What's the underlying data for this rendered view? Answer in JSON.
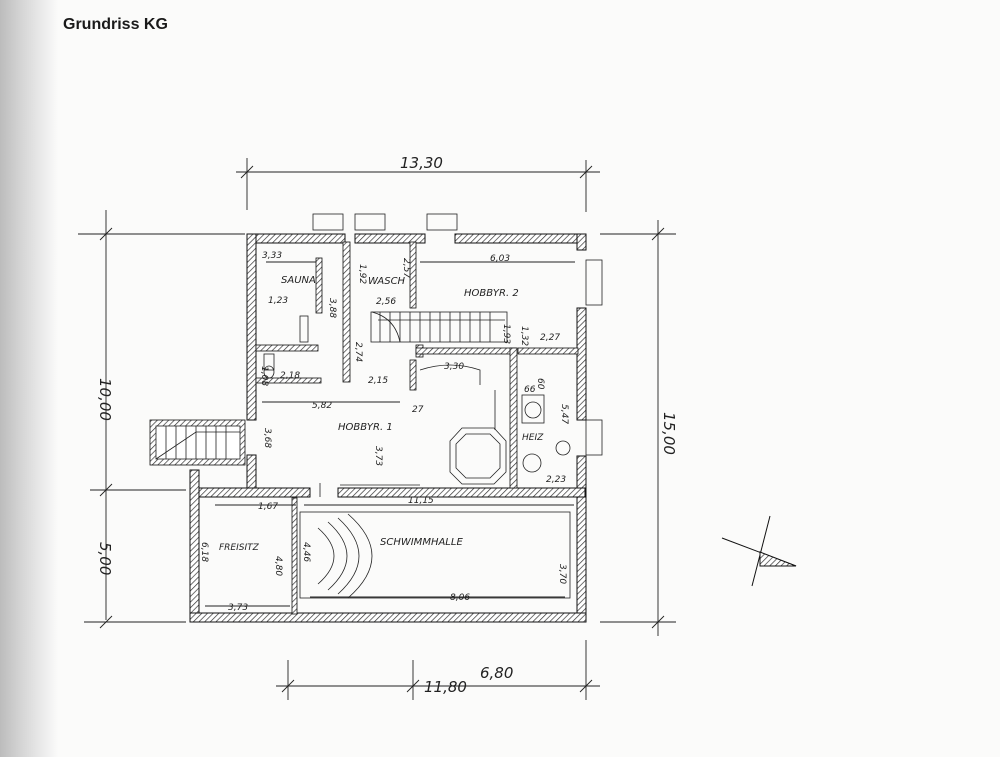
{
  "title": "Grundriss KG",
  "dimensions": {
    "top_total": "13,30",
    "left_upper": "10,00",
    "left_lower": "5,00",
    "right_total": "15,00",
    "bottom_mid": "6,80",
    "bottom_total": "11,80"
  },
  "rooms": {
    "sauna": "SAUNA",
    "wasch": "WASCH",
    "hobby2": "HOBBYR. 2",
    "hobby1": "HOBBYR. 1",
    "heizung": "HEIZ",
    "freisitz": "FREISITZ",
    "schwimmhalle": "SCHWIMMHALLE"
  },
  "inner_dimensions": {
    "sauna_w": "3,33",
    "sauna_side": "1,23",
    "sauna_h": "3,88",
    "wasch_h": "1,92",
    "wasch_h2": "2,57",
    "wasch_w": "2,56",
    "hobby2_w": "6,03",
    "bath_w": "2,18",
    "bath_h": "1,08",
    "corr_h": "2,74",
    "corr_w": "2,15",
    "stair_h": "1,93",
    "stair_w": "3,30",
    "hall_w": "2,27",
    "hall_side": "1,32",
    "hobby1_w": "5,82",
    "hobby1_h": "3,68",
    "hobby1_inner": "3,73",
    "door_27": "27",
    "heiz_w": "2,23",
    "heiz_h": "5,47",
    "pool_w": "11,15",
    "freisitz_top": "1,67",
    "freisitz_h": "6,18",
    "freisitz_h2": "4,80",
    "freisitz_w": "3,73",
    "pool_side": "4,46",
    "pool_len": "8,06",
    "pool_h": "3,70",
    "small_66": "66",
    "small_60": "60"
  }
}
